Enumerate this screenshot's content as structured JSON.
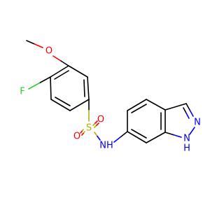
{
  "colors": {
    "carbon": "#000000",
    "oxygen": "#ff0000",
    "fluorine": "#33cc33",
    "sulfur": "#b2b200",
    "nitrogen": "#0000ff"
  },
  "labels": {
    "methoxy_oxygen": "O",
    "fluorine": "F",
    "sulfur": "S",
    "sulfonyl_oxygen_top": "O",
    "sulfonyl_oxygen_bottom": "O",
    "sulfonamide_nh": "NH",
    "indazole_n": "N",
    "indazole_nh_n": "N",
    "indazole_nh_h": "H"
  }
}
